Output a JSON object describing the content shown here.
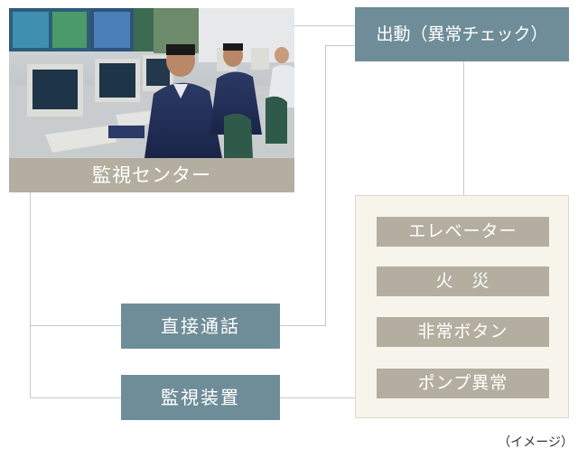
{
  "photo": {
    "caption": "監視センター"
  },
  "dispatch": {
    "label": "出動（異常チェック）"
  },
  "direct_call": {
    "label": "直接通話"
  },
  "monitoring_device": {
    "label": "監視装置"
  },
  "alarm_sources": [
    "エレベーター",
    "火　災",
    "非常ボタン",
    "ポンプ異常"
  ],
  "note": "（イメージ）",
  "colors": {
    "blue_box": "#6f8d98",
    "beige_box": "#b3ae9f",
    "panel_bg": "#f7f4ec",
    "line": "#c8c8c8"
  }
}
